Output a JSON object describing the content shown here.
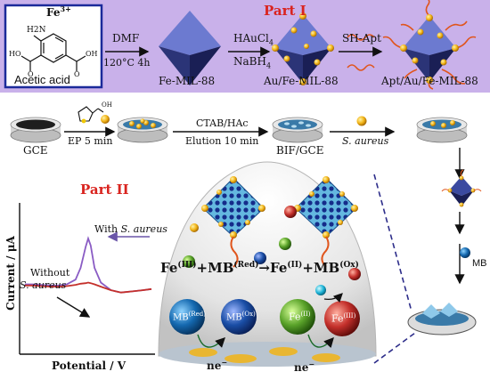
{
  "part1": {
    "title": "Part I",
    "molecule": {
      "metal": "Fe",
      "metal_charge": "3+",
      "amine": "H2N",
      "hydroxyl_left": "HO",
      "hydroxyl_right": "OH",
      "carbonyl_o": "O",
      "solvent": "Acetic acid"
    },
    "step1": {
      "above": "DMF",
      "below": "120°C 4h"
    },
    "product1": "Fe-MIL-88",
    "step2": {
      "above": "HAuCl",
      "above_sub": "4",
      "below": "NaBH",
      "below_sub": "4"
    },
    "product2": "Au/Fe-MIL-88",
    "step3": {
      "above": "SH-Apt"
    },
    "product3": "Apt/Au/Fe-MIL-88"
  },
  "electrode_row": {
    "gce": "GCE",
    "monomer_oh": "OH",
    "step_ep": "EP 5 min",
    "step_elution_top": "CTAB/HAc",
    "step_elution_bottom": "Elution 10 min",
    "bif": "BIF/GCE",
    "bacteria": "S. aureus"
  },
  "part2": {
    "title": "Part II",
    "reaction": {
      "fe": "Fe",
      "fe3": "(III)",
      "plus": "+",
      "mb": "MB",
      "red": "(Red)",
      "fe2": "(II)",
      "ox": "(Ox)"
    },
    "ball_red_label": {
      "main": "MB",
      "sup": "(Red)"
    },
    "ball_ox_label": {
      "main": "MB",
      "sup": "(Ox)"
    },
    "ball_fe2_label": {
      "main": "Fe",
      "sup": "(II)"
    },
    "ball_fe3_label": {
      "main": "Fe",
      "sup": "(III)"
    },
    "electron_left": "ne",
    "electron_right": "ne",
    "electron_sup": "−",
    "mb_side": "MB"
  },
  "chart": {
    "ylabel": "Current / μA",
    "xlabel": "Potential / V",
    "with_label_prefix": "With ",
    "with_label_species": "S. aureus",
    "without_label_line1": "Without",
    "without_label_line2": "S. aureus"
  },
  "colors": {
    "banner": "#c9b1ea",
    "part_red": "#d9241f",
    "mof_blue": "#2a86c4",
    "gold": "#f2b416",
    "mb_red": "#1569b0",
    "mb_ox": "#1a4ea6",
    "fe2": "#5aa32a",
    "fe3": "#c4302b"
  },
  "chart_data": {
    "type": "line",
    "xlabel": "Potential / V",
    "ylabel": "Current / μA",
    "x": [
      0,
      0.06,
      0.13,
      0.2,
      0.27,
      0.33,
      0.4,
      0.44,
      0.48,
      0.5,
      0.52,
      0.55,
      0.6,
      0.68,
      0.76,
      0.85,
      0.93,
      1.0
    ],
    "series": [
      {
        "name": "With S. aureus",
        "values": [
          0.22,
          0.22,
          0.21,
          0.2,
          0.2,
          0.22,
          0.3,
          0.5,
          0.86,
          1.0,
          0.88,
          0.5,
          0.25,
          0.12,
          0.08,
          0.1,
          0.12,
          0.14
        ]
      },
      {
        "name": "Without S. aureus",
        "values": [
          0.2,
          0.2,
          0.19,
          0.18,
          0.18,
          0.19,
          0.21,
          0.23,
          0.24,
          0.25,
          0.24,
          0.22,
          0.18,
          0.12,
          0.08,
          0.1,
          0.12,
          0.14
        ]
      }
    ]
  }
}
